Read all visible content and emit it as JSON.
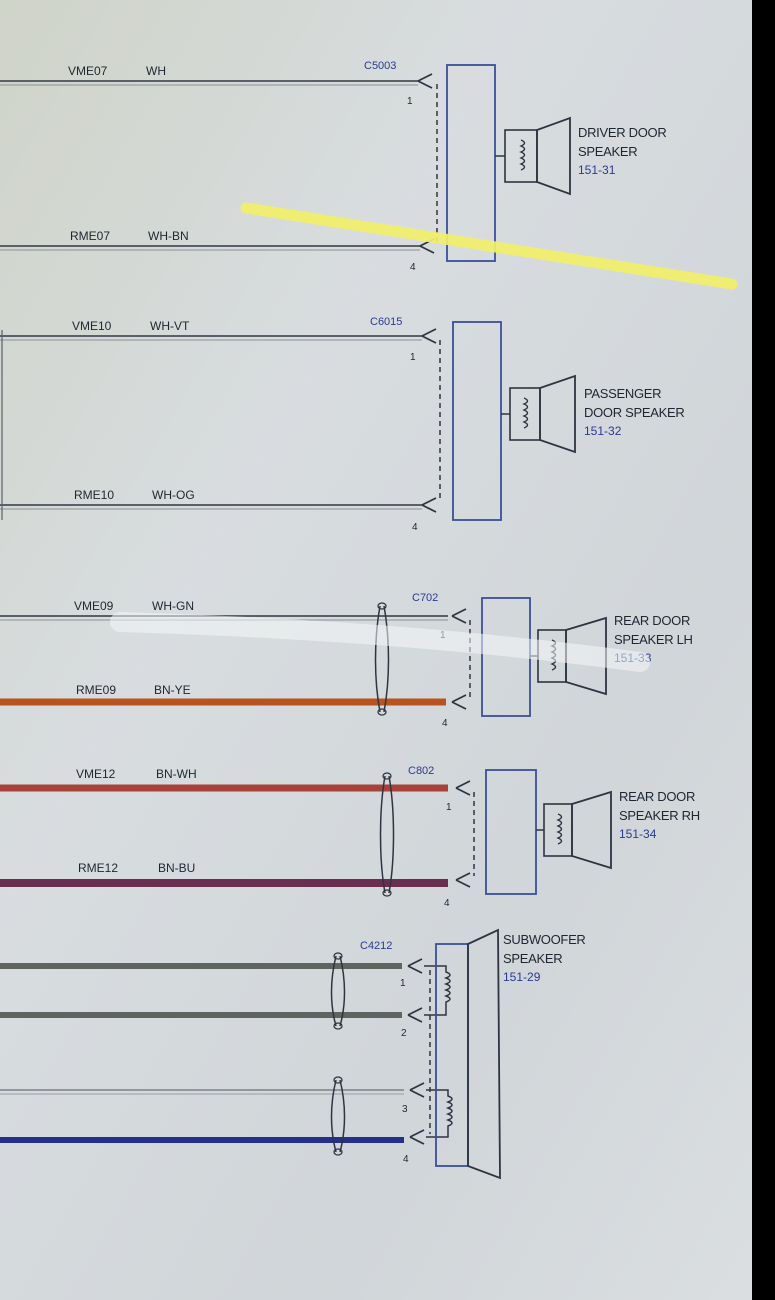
{
  "colors": {
    "background": "#d7dcdf",
    "line": "#2f3440",
    "component": "#3b4f9a",
    "connector_text": "#2b3a8f",
    "wire_white": "#5b6068",
    "wire_brown_yellow": "#b8531f",
    "wire_brown_white": "#a7423a",
    "wire_brown_blue": "#6a2e50",
    "wire_gray": "#5f6462",
    "wire_blue": "#25308a",
    "highlight": "#f2ef6a",
    "bezel": "#000000"
  },
  "speakers": [
    {
      "connector": "C5003",
      "name_line1": "DRIVER DOOR",
      "name_line2": "SPEAKER",
      "ref": "151-31",
      "wires": [
        {
          "circuit": "VME07",
          "color": "WH",
          "pin": "1"
        },
        {
          "circuit": "RME07",
          "color": "WH-BN",
          "pin": "4"
        }
      ]
    },
    {
      "connector": "C6015",
      "name_line1": "PASSENGER",
      "name_line2": "DOOR SPEAKER",
      "ref": "151-32",
      "wires": [
        {
          "circuit": "VME10",
          "color": "WH-VT",
          "pin": "1"
        },
        {
          "circuit": "RME10",
          "color": "WH-OG",
          "pin": "4"
        }
      ]
    },
    {
      "connector": "C702",
      "name_line1": "REAR DOOR",
      "name_line2": "SPEAKER LH",
      "ref": "151-33",
      "wires": [
        {
          "circuit": "VME09",
          "color": "WH-GN",
          "pin": "1"
        },
        {
          "circuit": "RME09",
          "color": "BN-YE",
          "pin": "4"
        }
      ]
    },
    {
      "connector": "C802",
      "name_line1": "REAR DOOR",
      "name_line2": "SPEAKER RH",
      "ref": "151-34",
      "wires": [
        {
          "circuit": "VME12",
          "color": "BN-WH",
          "pin": "1"
        },
        {
          "circuit": "RME12",
          "color": "BN-BU",
          "pin": "4"
        }
      ]
    }
  ],
  "subwoofer": {
    "connector": "C4212",
    "name_line1": "SUBWOOFER",
    "name_line2": "SPEAKER",
    "ref": "151-29",
    "pins": [
      "1",
      "2",
      "3",
      "4"
    ]
  }
}
